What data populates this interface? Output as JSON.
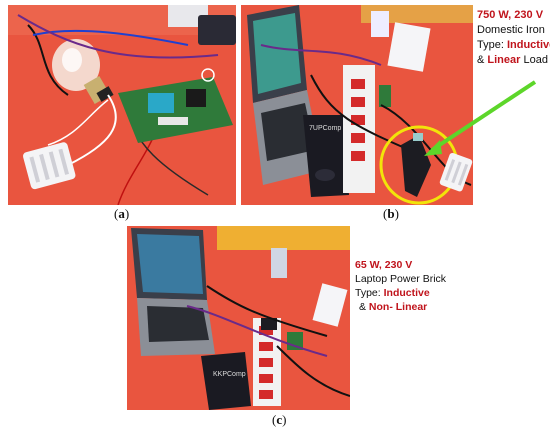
{
  "figure": {
    "panels": [
      {
        "id": "a",
        "caption_open": "(",
        "caption_letter": "a",
        "caption_close": ")"
      },
      {
        "id": "b",
        "caption_open": "(",
        "caption_letter": "b",
        "caption_close": ")"
      },
      {
        "id": "c",
        "caption_open": "(",
        "caption_letter": "c",
        "caption_close": ")"
      }
    ]
  },
  "annotation_b": {
    "power": "750 W, 230 V",
    "device": "Domestic Iron",
    "type_prefix": "Type: ",
    "type_value": "Inductive",
    "amp": "& ",
    "load_kind": "Linear",
    "load_suffix": " Load"
  },
  "annotation_c": {
    "power": "65 W, 230 V",
    "device": "Laptop Power Brick",
    "type_prefix": "Type: ",
    "type_value": "Inductive",
    "amp": "& ",
    "load_kind": "Non- Linear"
  },
  "colors": {
    "table_red": "#e8513f",
    "arrow_green": "#5dd62a",
    "highlight_ring": "#f2e40a",
    "annotation_red": "#c0141c"
  }
}
